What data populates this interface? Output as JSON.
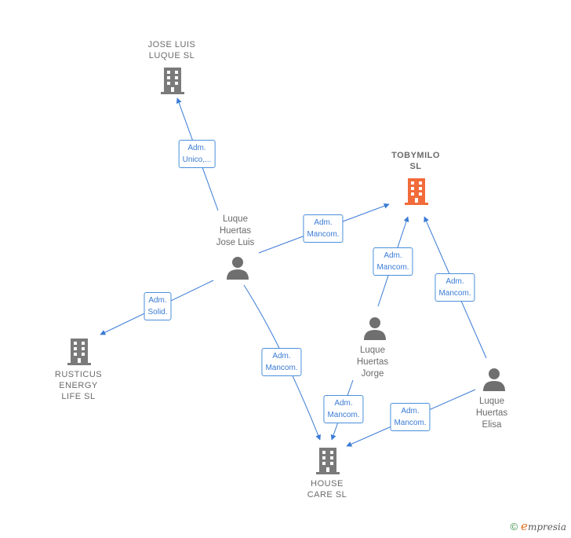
{
  "companies": [
    {
      "id": "joseluis",
      "lines": "JOSE LUIS\nLUQUE  SL",
      "color": "#7a7a7a",
      "highlight": false
    },
    {
      "id": "tobymilo",
      "lines": "TOBYMILO\nSL",
      "color": "#f26b3a",
      "highlight": true
    },
    {
      "id": "rusticus",
      "lines": "RUSTICUS\nENERGY\nLIFE  SL",
      "color": "#7a7a7a",
      "highlight": false
    },
    {
      "id": "house",
      "lines": "HOUSE\nCARE SL",
      "color": "#7a7a7a",
      "highlight": false
    }
  ],
  "persons": [
    {
      "id": "joseluis_p",
      "lines": "Luque\nHuertas\nJose Luis"
    },
    {
      "id": "jorge",
      "lines": "Luque\nHuertas\nJorge"
    },
    {
      "id": "elisa",
      "lines": "Luque\nHuertas\nElisa"
    }
  ],
  "edges": [
    {
      "id": "e1",
      "label": "Adm.\nUnico,..."
    },
    {
      "id": "e2",
      "label": "Adm.\nMancom."
    },
    {
      "id": "e3",
      "label": "Adm.\nSolid."
    },
    {
      "id": "e4",
      "label": "Adm.\nMancom."
    },
    {
      "id": "e5",
      "label": "Adm.\nMancom."
    },
    {
      "id": "e6",
      "label": "Adm.\nMancom."
    },
    {
      "id": "e7",
      "label": "Adm.\nMancom."
    },
    {
      "id": "e8",
      "label": "Adm.\nMancom."
    }
  ],
  "footer": {
    "copyright": "©",
    "brand_e": "e",
    "brand_rest": "mpresia"
  },
  "colors": {
    "edge": "#3a7bd5",
    "person": "#6f6f6f",
    "company": "#7a7a7a",
    "highlight": "#f26b3a"
  }
}
